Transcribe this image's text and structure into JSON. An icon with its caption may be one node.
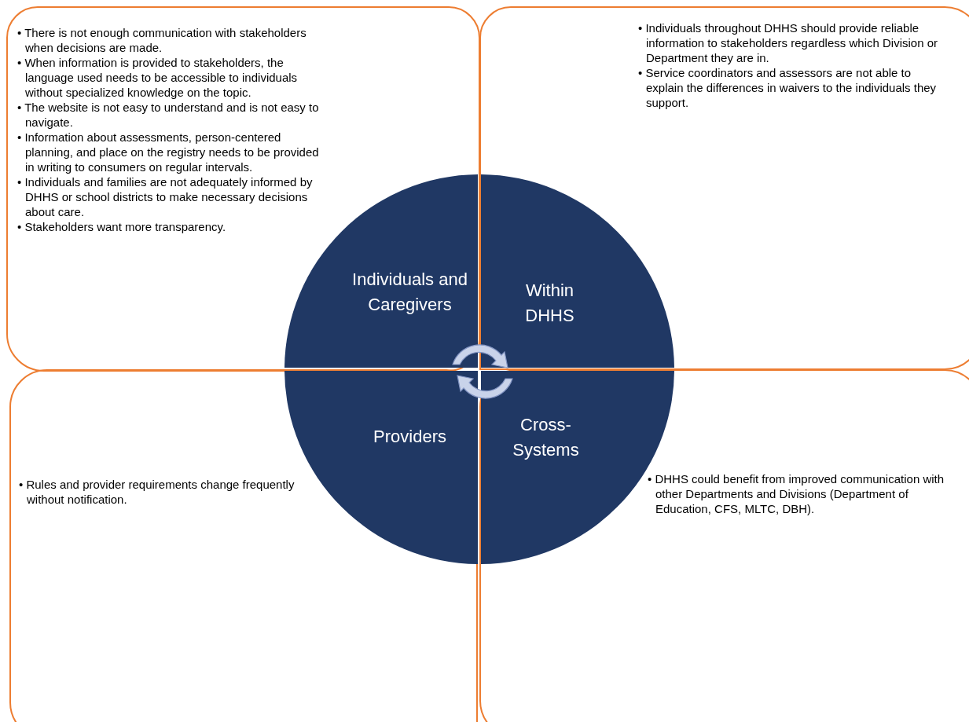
{
  "diagram": {
    "nodes": [
      {
        "text": [
          "• There is not enough communication with stakeholders when decisions are made.",
          "• When information is provided to stakeholders, the language used needs to be accessible to individuals without specialized knowledge on the topic.",
          "• The website is not easy to understand and is not easy to navigate.",
          "• Information about assessments, person-centered planning, and place on the registry needs to be provided in writing to consumers on regular intervals.",
          "• Individuals and families are not adequately informed by DHHS or school districts to make necessary decisions about care.",
          "• Stakeholders want more transparency."
        ]
      },
      {
        "text": [
          "• Individuals throughout DHHS should provide reliable information to stakeholders regardless which Division or Department they are in.",
          "• Service coordinators and assessors are not able to explain the differences in waivers to the individuals they support."
        ]
      },
      {
        "text": [
          "• Rules and provider requirements  change frequently without notification."
        ]
      },
      {
        "text": [
          "• DHHS could benefit from improved communication with other Departments and Divisions (Department of Education, CFS, MLTC, DBH)."
        ]
      },
      {
        "text": [
          "Individuals and Caregivers"
        ],
        "in": 0
      },
      {
        "text": [
          "Within DHHS"
        ],
        "in": 1
      },
      {
        "text": [
          "Providers"
        ],
        "in": 2
      },
      {
        "text": [
          "Cross-Systems"
        ],
        "in": 3
      }
    ]
  }
}
